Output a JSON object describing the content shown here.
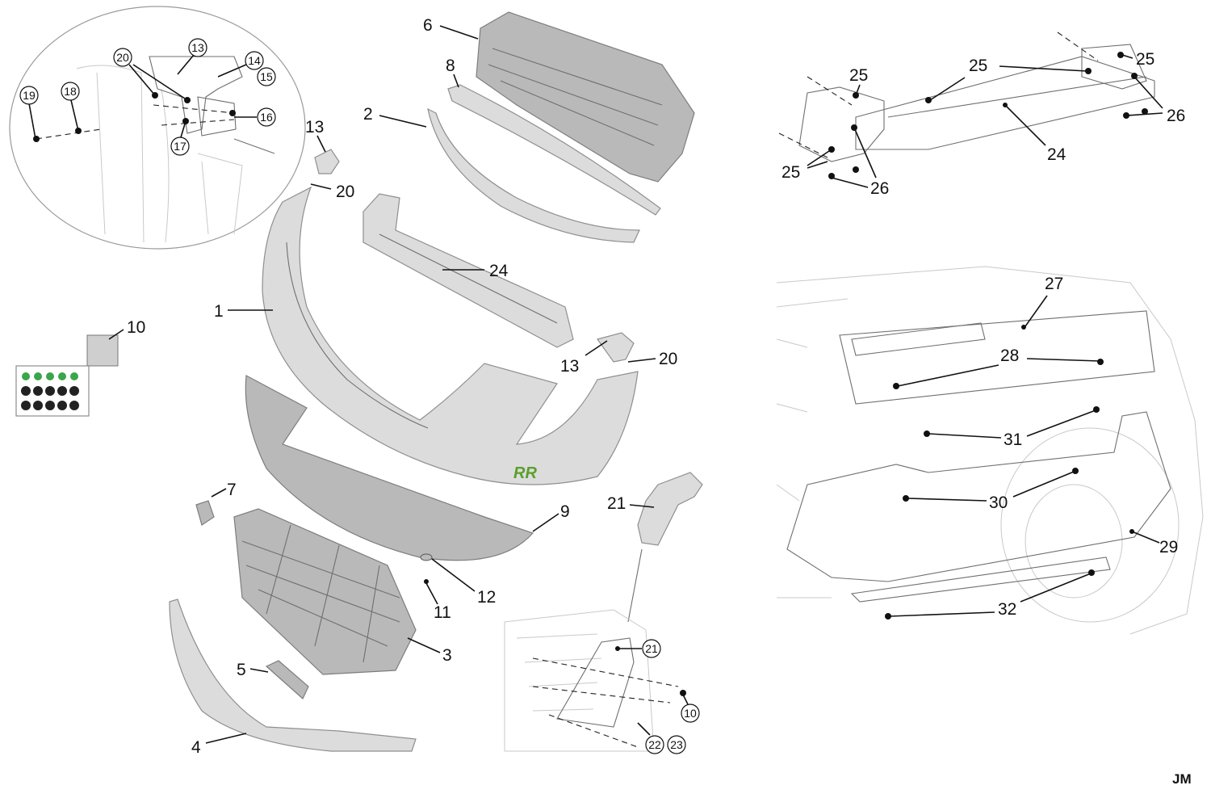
{
  "callouts": {
    "c1": "1",
    "c2": "2",
    "c3": "3",
    "c4": "4",
    "c5": "5",
    "c6": "6",
    "c7": "7",
    "c8": "8",
    "c9": "9",
    "c10": "10",
    "c11": "11",
    "c12": "12",
    "c13a": "13",
    "c13b": "13",
    "c20a": "20",
    "c20b": "20",
    "c21": "21",
    "c24": "24"
  },
  "inset_top_left": {
    "c13": "13",
    "c14": "14",
    "c15": "15",
    "c16": "16",
    "c17": "17",
    "c18": "18",
    "c19": "19",
    "c20": "20"
  },
  "inset_bottom": {
    "c21": "21",
    "c10": "10",
    "c22": "22",
    "c23": "23"
  },
  "beam_detail": {
    "c25a": "25",
    "c25b": "25",
    "c25c": "25",
    "c25d": "25",
    "c26a": "26",
    "c26b": "26",
    "c24": "24"
  },
  "undertray_detail": {
    "c27": "27",
    "c28": "28",
    "c31": "31",
    "c30": "30",
    "c29": "29",
    "c32": "32"
  },
  "credit": "JM",
  "colors": {
    "part_fill": "#dcdcdc",
    "clip_green": "#3aa64a",
    "logo_green": "#5aa02c"
  }
}
